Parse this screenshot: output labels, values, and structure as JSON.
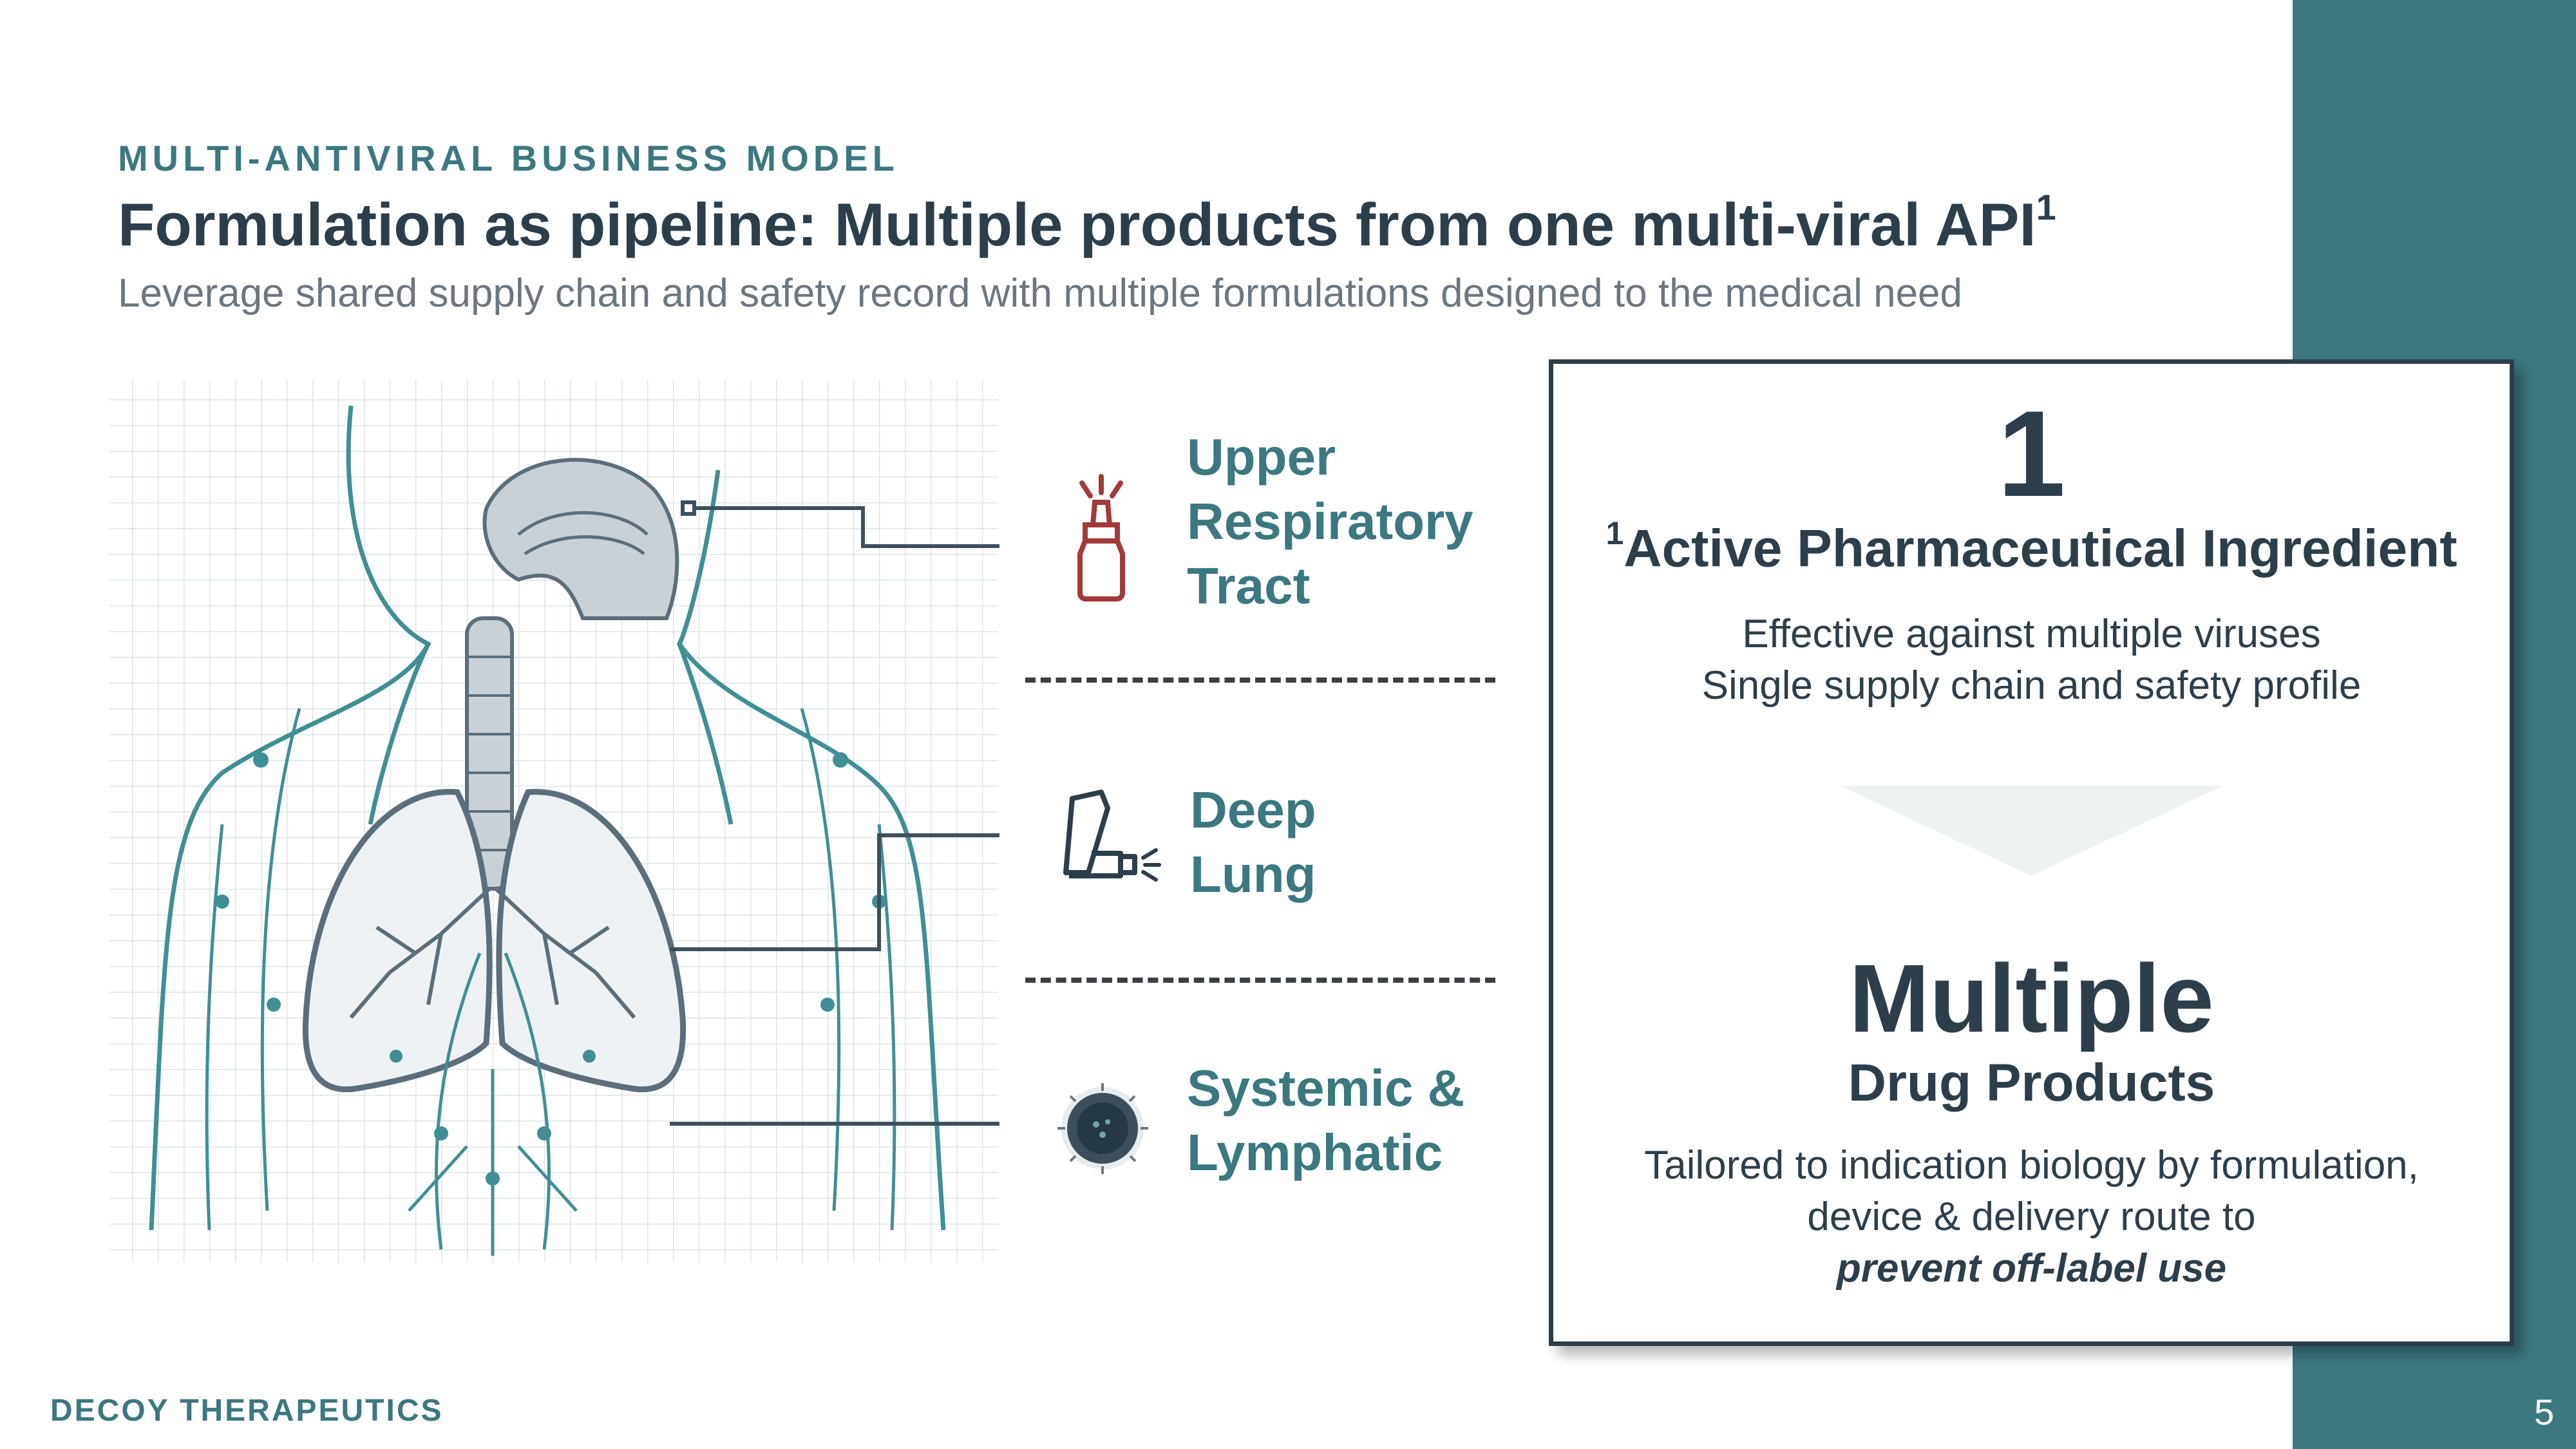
{
  "slide": {
    "eyebrow": "MULTI-ANTIVIRAL BUSINESS MODEL",
    "title": "Formulation as pipeline: Multiple products from one multi-viral API",
    "title_superscript": "1",
    "subtitle": "Leverage shared supply chain and safety record with multiple formulations designed to the medical need"
  },
  "routes": [
    {
      "icon": "nasal-spray-icon",
      "lines": [
        "Upper",
        "Respiratory",
        "Tract"
      ]
    },
    {
      "icon": "inhaler-icon",
      "lines": [
        "Deep",
        "Lung"
      ]
    },
    {
      "icon": "virus-particle-icon",
      "lines": [
        "Systemic &",
        "Lymphatic"
      ]
    }
  ],
  "card": {
    "number": "1",
    "api_superscript": "1",
    "api_title": "Active Pharmaceutical Ingredient",
    "api_lines": [
      "Effective against multiple viruses",
      "Single supply chain and safety profile"
    ],
    "multiple": "Multiple",
    "drug_products": "Drug Products",
    "tail_lines": [
      "Tailored to indication biology by formulation,",
      "device & delivery route to"
    ],
    "tail_emphasis": "prevent off-label use"
  },
  "footer": {
    "company": "DECOY THERAPEUTICS",
    "page": "5"
  },
  "colors": {
    "teal": "#3b7880",
    "navy": "#2d3e4b",
    "red": "#a33a3a",
    "grid": "#dde4e6"
  }
}
